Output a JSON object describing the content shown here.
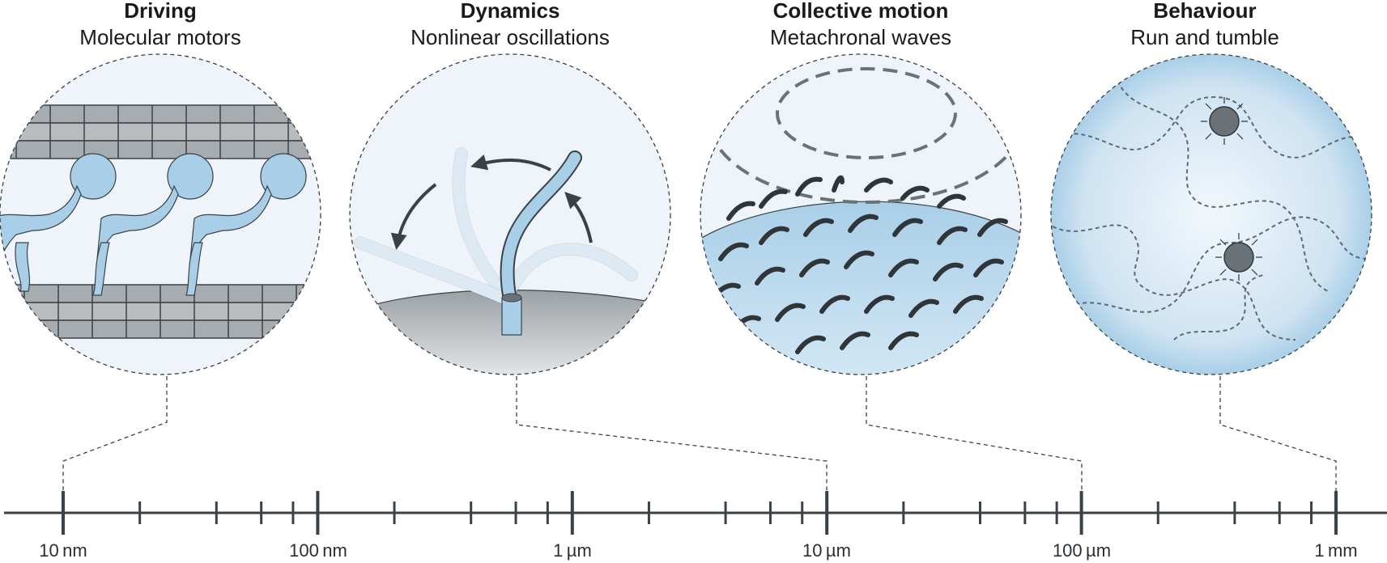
{
  "panels": [
    {
      "title": "Driving",
      "subtitle": "Molecular motors",
      "icon": "molecular-motor-icon"
    },
    {
      "title": "Dynamics",
      "subtitle": "Nonlinear oscillations",
      "icon": "cilium-oscillation-icon"
    },
    {
      "title": "Collective motion",
      "subtitle": "Metachronal waves",
      "icon": "metachronal-wave-icon"
    },
    {
      "title": "Behaviour",
      "subtitle": "Run and tumble",
      "icon": "run-and-tumble-icon"
    }
  ],
  "scale": {
    "labels": [
      "10 nm",
      "100 nm",
      "1 µm",
      "10 µm",
      "100 µm",
      "1 mm"
    ]
  },
  "colors": {
    "axis": "#3a4248",
    "light_blue": "#a9cfe8",
    "grey": "#9aa0a4"
  }
}
